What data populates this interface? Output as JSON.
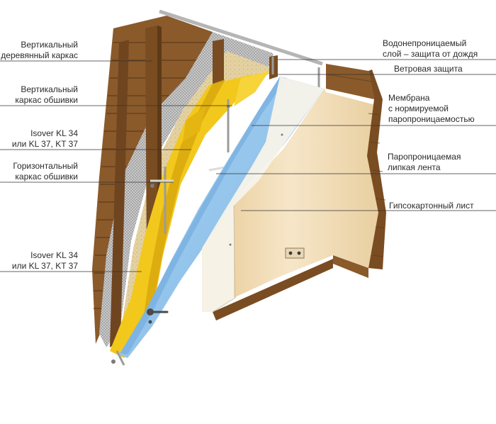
{
  "diagram": {
    "labels_left": [
      {
        "id": "vertical-wood-frame",
        "lines": [
          "Вертикальный",
          "деревянный каркас"
        ]
      },
      {
        "id": "vertical-sheathing-frame",
        "lines": [
          "Вертикальный",
          "каркас обшивки"
        ]
      },
      {
        "id": "isover-top",
        "lines": [
          "Isover KL 34",
          "или KL 37, KT 37"
        ]
      },
      {
        "id": "horizontal-sheathing-frame",
        "lines": [
          "Горизонтальный",
          "каркас обшивки"
        ]
      },
      {
        "id": "isover-bottom",
        "lines": [
          "Isover KL 34",
          "или KL 37, KT 37"
        ]
      }
    ],
    "labels_right": [
      {
        "id": "waterproof-layer",
        "lines": [
          "Водонепроницаемый",
          "слой – защита от дождя"
        ]
      },
      {
        "id": "wind-protection",
        "lines": [
          "Ветровая защита"
        ]
      },
      {
        "id": "vapor-membrane",
        "lines": [
          "Мембрана",
          "с нормируемой",
          "паропроницаемостью"
        ]
      },
      {
        "id": "vapor-tape",
        "lines": [
          "Паропроницаемая",
          "липкая лента"
        ]
      },
      {
        "id": "drywall-sheet",
        "lines": [
          "Гипсокартонный лист"
        ]
      }
    ],
    "colors": {
      "wood": "#8a5a2b",
      "wood_dark": "#5e3a18",
      "wood_light": "#b07a45",
      "insulation": "#f2c81c",
      "insulation_dark": "#d9a80e",
      "membrane": "#8fc3ec",
      "membrane_dark": "#5e9fd6",
      "drywall": "#f7f3ea",
      "interior_wall": "#f1dcb8",
      "mesh": "#9a9a9a",
      "fill": "#e3cf9e",
      "leader": "#333333"
    }
  }
}
